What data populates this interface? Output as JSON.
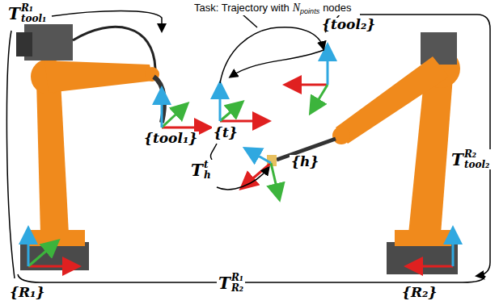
{
  "diagram": {
    "labels": [
      "T",
      "R₁",
      "tool₁",
      "Task: Trajectory with",
      "N",
      "points",
      "nodes",
      "{tool₂}",
      "{tool₁}",
      "{t}",
      "T",
      "t",
      "h",
      "{h}",
      "T",
      "R₂",
      "tool₂",
      "{R₁}",
      "T",
      "R₁",
      "R₂",
      "{R₂}"
    ]
  }
}
